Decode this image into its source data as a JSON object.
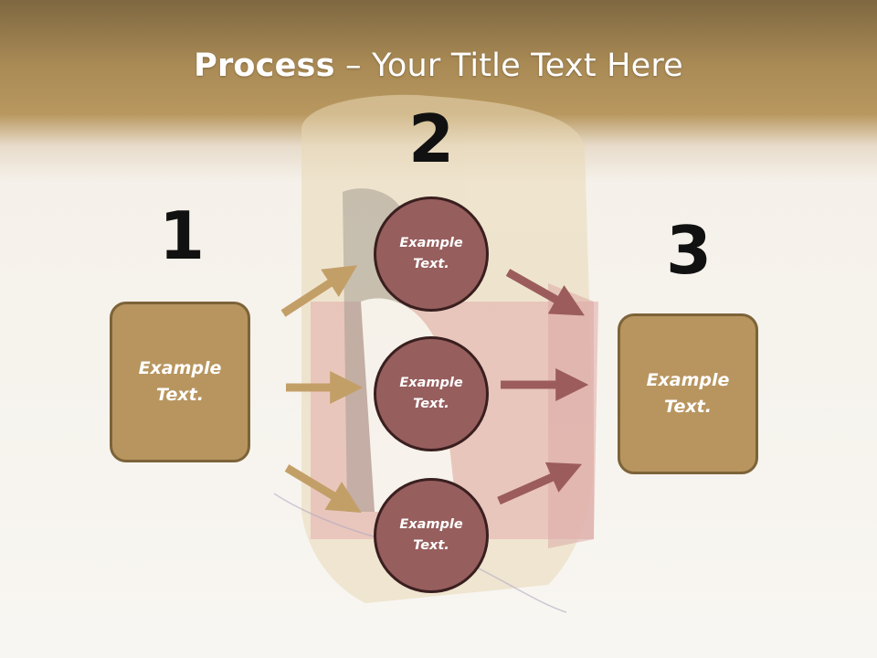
{
  "slide": {
    "title_bold": "Process",
    "title_rest": " – Your Title Text Here",
    "steps": [
      {
        "number": "1"
      },
      {
        "number": "2"
      },
      {
        "number": "3"
      }
    ],
    "left_box": {
      "text": "Example\nText."
    },
    "circles": [
      {
        "text": "Example\nText."
      },
      {
        "text": "Example\nText."
      },
      {
        "text": "Example\nText."
      }
    ],
    "right_box": {
      "text": "Example\nText."
    }
  },
  "colors": {
    "header": "#b8985f",
    "box_fill": "#b8955f",
    "box_border": "#7c6339",
    "circle_fill": "#965e5d",
    "circle_border": "#3a1f1f",
    "arrow_tan": "#c39f68",
    "arrow_red": "#9c5c5c"
  }
}
